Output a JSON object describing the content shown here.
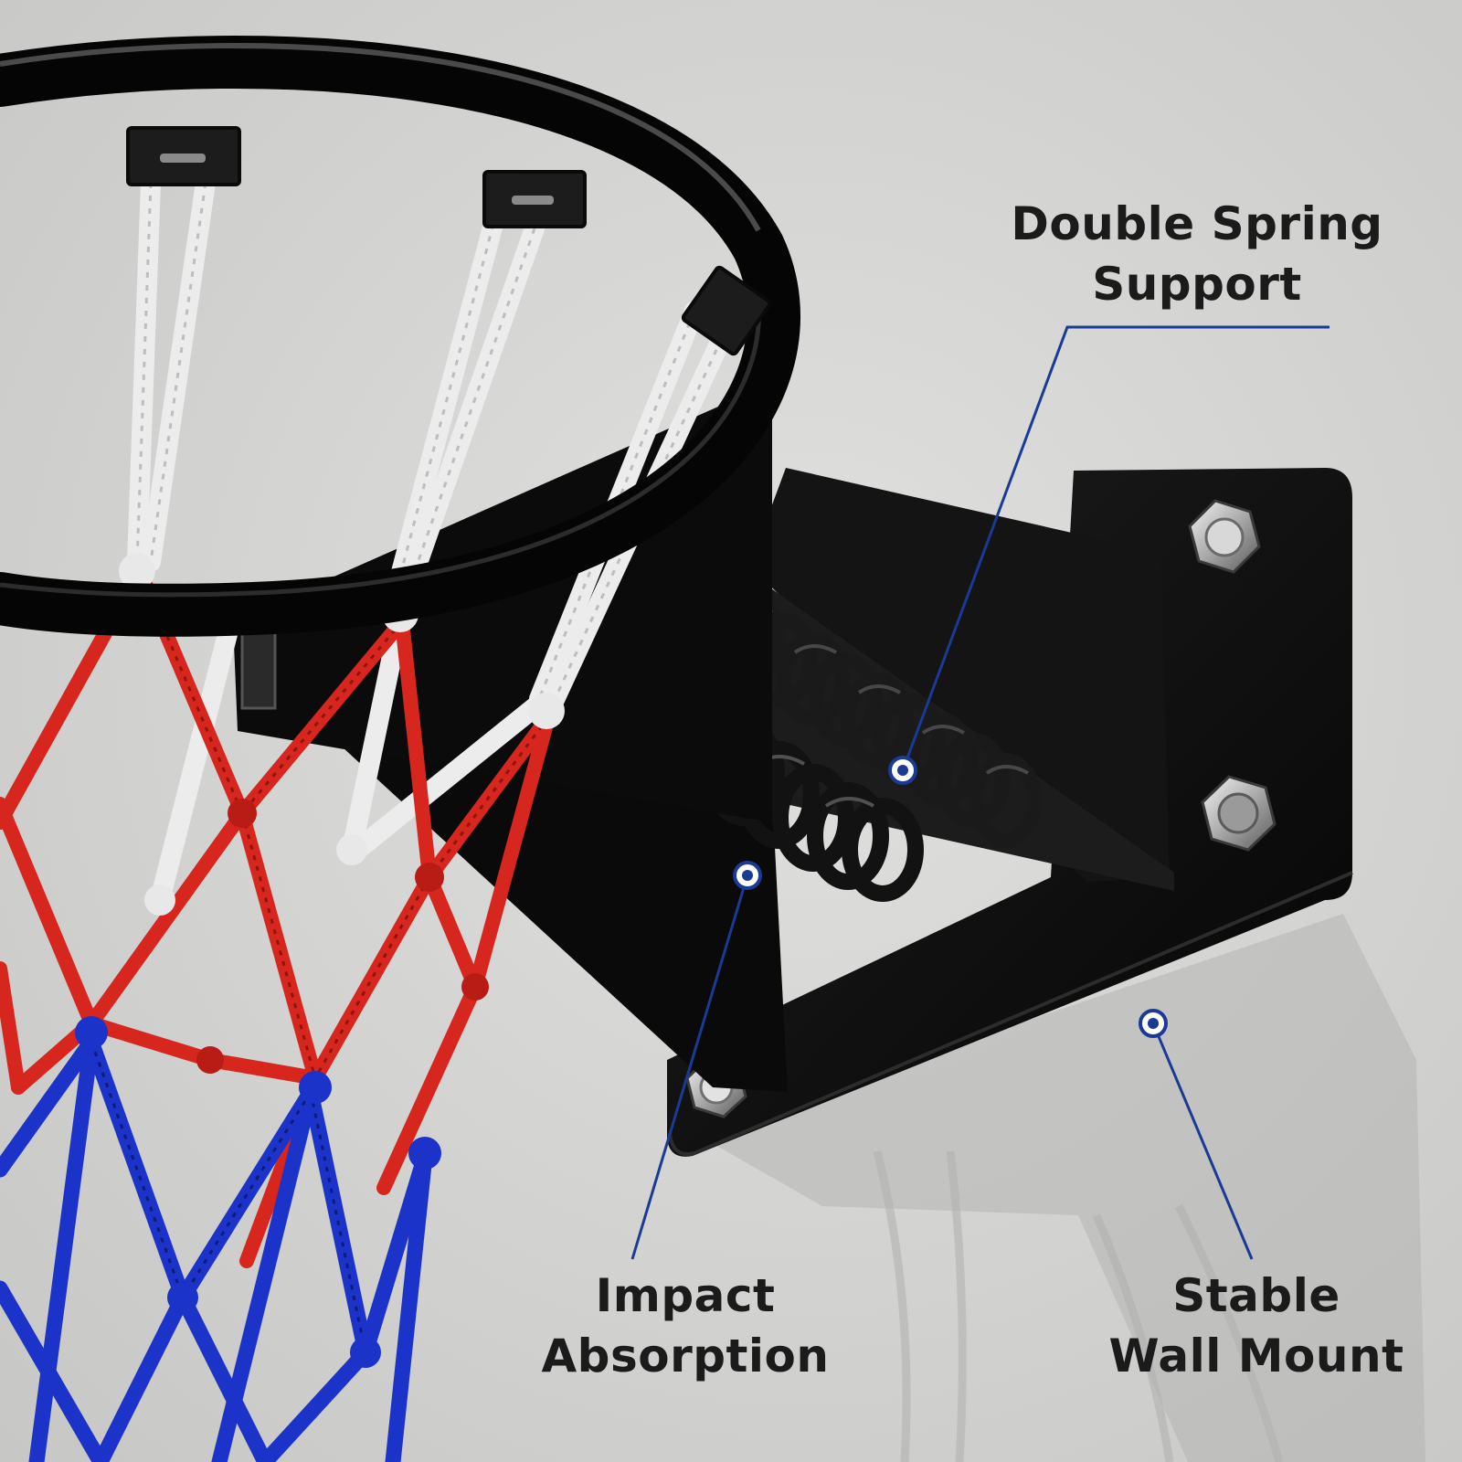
{
  "colors": {
    "wall": "#d6d6d4",
    "rim": "#0e0e0e",
    "bracket": "#111111",
    "spring": "#151515",
    "net_white": "#f2f2f2",
    "net_red": "#d7261e",
    "net_blue": "#1b33c9",
    "callout_line": "#1a3a96",
    "bolt": "#cfcfcf",
    "text": "#1b1b1b"
  },
  "callouts": {
    "double_spring": {
      "line1": "Double Spring",
      "line2": "Support"
    },
    "impact": {
      "line1": "Impact",
      "line2": "Absorption"
    },
    "stable": {
      "line1": "Stable",
      "line2": "Wall Mount"
    }
  }
}
